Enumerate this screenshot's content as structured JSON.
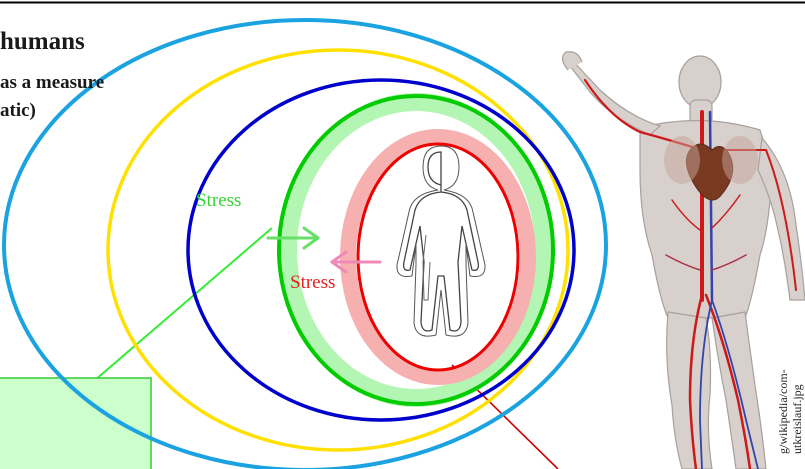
{
  "title": {
    "line1": "humans",
    "line2": "as a measure",
    "line3": "atic)"
  },
  "labels": {
    "stress_outer": "Stress",
    "stress_inner": "Stress"
  },
  "image_credit": {
    "line1": "g/wikipedia/com-",
    "line2": "utkreislauf.jpg"
  },
  "colors": {
    "outer_ring": "#1aa3e0",
    "yellow_ring": "#ffe000",
    "blue_ring": "#0000cc",
    "green_ring": "#00cc00",
    "green_halo": "#b3f5b3",
    "red_ring": "#ee0000",
    "red_halo": "#f7b0b0",
    "stress_outer_text": "#33d633",
    "stress_inner_text": "#e82020",
    "arrow_pink": "#f088b8",
    "box_fill": "#ccffcc",
    "box_border": "#33cc33",
    "connector_red": "#cc0000"
  },
  "icons": [
    "human-outline-icon",
    "circulatory-system-figure"
  ]
}
